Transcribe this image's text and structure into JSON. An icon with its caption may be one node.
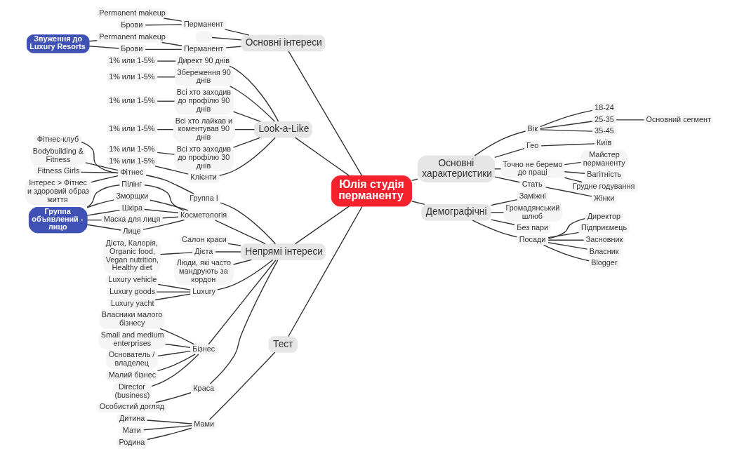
{
  "diagram": {
    "nodes": [
      {
        "text": [
          "Юлія студія перманенту"
        ]
      },
      {
        "text": [
          "Основні інтереси"
        ]
      },
      {
        "text": [
          "Перманент"
        ]
      },
      {
        "text": [
          "Permanent makeup"
        ]
      },
      {
        "text": [
          "Брови"
        ]
      },
      {
        "text": [],
        "shape": "box"
      },
      {
        "text": [
          "Перманент"
        ]
      },
      {
        "text": [
          "Permanent makeup"
        ]
      },
      {
        "text": [
          "Брови"
        ]
      },
      {
        "text": [
          "Звуження до Luxury Resorts"
        ]
      },
      {
        "text": [
          "Look-a-Like"
        ]
      },
      {
        "text": [
          "Директ 90 днів"
        ]
      },
      {
        "text": [
          "1% или 1-5%"
        ]
      },
      {
        "text": [
          "Збереження 90 днів"
        ]
      },
      {
        "text": [
          "1% или 1-5%"
        ]
      },
      {
        "text": [
          "Всі хто заходив до профілю 90 днів"
        ]
      },
      {
        "text": [
          "1% или 1-5%"
        ]
      },
      {
        "text": [
          "Всі хто лайкав и коментував 90 днів"
        ]
      },
      {
        "text": [
          "1% или 1-5%"
        ]
      },
      {
        "text": [
          "Всі хто заходив до профілю 30 днів"
        ]
      },
      {
        "text": [
          "1% или 1-5%"
        ]
      },
      {
        "text": [
          "Клієнти"
        ]
      },
      {
        "text": [
          "1% или 1-5%"
        ]
      },
      {
        "text": [
          "Непрямі інтереси"
        ]
      },
      {
        "text": [
          "Группа I"
        ]
      },
      {
        "text": [
          "Фітнес"
        ]
      },
      {
        "text": [
          "Фітнес-клуб"
        ]
      },
      {
        "text": [
          "Bodybuilding & Fitness"
        ]
      },
      {
        "text": [
          "Fitness Girls"
        ]
      },
      {
        "text": [
          "Інтерес > Фітнес и здоровий образ життя"
        ]
      },
      {
        "text": [
          "Косметологія"
        ]
      },
      {
        "text": [
          "Пілінг"
        ]
      },
      {
        "text": [
          "Зморщки"
        ]
      },
      {
        "text": [
          "Шкіра"
        ]
      },
      {
        "text": [
          "Маска для лиця"
        ]
      },
      {
        "text": [
          "Лице"
        ]
      },
      {
        "text": [
          "Группа объявлений - лицо"
        ]
      },
      {
        "text": [
          "Салон краси"
        ]
      },
      {
        "text": [
          "Дієта"
        ]
      },
      {
        "text": [
          "Дієта, Калорія, Organic food, Vegan nutrition, Healthy diet"
        ]
      },
      {
        "text": [
          "Люди, які часто мандрують за кордон"
        ]
      },
      {
        "text": [
          "Luxury"
        ]
      },
      {
        "text": [
          "Luxury vehicle"
        ]
      },
      {
        "text": [
          "Luxury goods"
        ]
      },
      {
        "text": [
          "Luxury yacht"
        ]
      },
      {
        "text": [
          "Бізнес"
        ]
      },
      {
        "text": [
          "Власники малого бізнесу"
        ]
      },
      {
        "text": [
          "Small and medium enterprises"
        ]
      },
      {
        "text": [
          "Основатель / владелец"
        ]
      },
      {
        "text": [
          "Малий бізнес"
        ]
      },
      {
        "text": [
          "Director (business)"
        ]
      },
      {
        "text": [
          "Краса"
        ]
      },
      {
        "text": [
          "Особистий догляд"
        ]
      },
      {
        "text": [
          "Тест"
        ]
      },
      {
        "text": [
          "Мами"
        ]
      },
      {
        "text": [
          "Дитина"
        ]
      },
      {
        "text": [
          "Мати"
        ]
      },
      {
        "text": [
          "Родина"
        ]
      },
      {
        "text": [
          "Основні характеристики"
        ]
      },
      {
        "text": [
          "Вік"
        ]
      },
      {
        "text": [
          "18-24"
        ]
      },
      {
        "text": [
          "25-35"
        ]
      },
      {
        "text": [
          "Основний сегмент"
        ]
      },
      {
        "text": [
          "35-45"
        ]
      },
      {
        "text": [
          "Гео"
        ]
      },
      {
        "text": [
          "Київ"
        ]
      },
      {
        "text": [
          "Точно не беремо до праці"
        ]
      },
      {
        "text": [
          "Майстер перманенту"
        ]
      },
      {
        "text": [
          "Вагітність"
        ]
      },
      {
        "text": [
          "Грудне годування"
        ]
      },
      {
        "text": [
          "Стать"
        ]
      },
      {
        "text": [
          "Жінки"
        ]
      },
      {
        "text": [
          "Демографічні"
        ]
      },
      {
        "text": [
          "Заміжні"
        ]
      },
      {
        "text": [
          "Громадянський шлюб"
        ]
      },
      {
        "text": [
          "Без пари"
        ]
      },
      {
        "text": [
          "Посади"
        ]
      },
      {
        "text": [
          "Директор"
        ]
      },
      {
        "text": [
          "Підприємець"
        ]
      },
      {
        "text": [
          "Засновник"
        ]
      },
      {
        "text": [
          "Власник"
        ]
      },
      {
        "text": [
          "Blogger"
        ]
      }
    ],
    "edges": [
      {
        "from": 0,
        "to": 1,
        "arrow": "none"
      },
      {
        "from": 1,
        "to": 2,
        "arrow": "none"
      },
      {
        "from": 2,
        "to": 3,
        "arrow": "none"
      },
      {
        "from": 2,
        "to": 4,
        "arrow": "none"
      },
      {
        "from": 1,
        "to": 5,
        "arrow": "none"
      },
      {
        "from": 1,
        "to": 6,
        "arrow": "none"
      },
      {
        "from": 6,
        "to": 7,
        "arrow": "none"
      },
      {
        "from": 6,
        "to": 8,
        "arrow": "none"
      },
      {
        "from": 7,
        "to": 9,
        "arrow": "none"
      },
      {
        "from": 8,
        "to": 9,
        "arrow": "none"
      },
      {
        "from": 0,
        "to": 10,
        "arrow": "none"
      },
      {
        "from": 10,
        "to": 11,
        "arrow": "none"
      },
      {
        "from": 11,
        "to": 12,
        "arrow": "none"
      },
      {
        "from": 10,
        "to": 13,
        "arrow": "none"
      },
      {
        "from": 13,
        "to": 14,
        "arrow": "none"
      },
      {
        "from": 10,
        "to": 15,
        "arrow": "none"
      },
      {
        "from": 15,
        "to": 16,
        "arrow": "none"
      },
      {
        "from": 10,
        "to": 17,
        "arrow": "none"
      },
      {
        "from": 17,
        "to": 18,
        "arrow": "none"
      },
      {
        "from": 10,
        "to": 19,
        "arrow": "none"
      },
      {
        "from": 19,
        "to": 20,
        "arrow": "none"
      },
      {
        "from": 10,
        "to": 21,
        "arrow": "none"
      },
      {
        "from": 21,
        "to": 22,
        "arrow": "none"
      },
      {
        "from": 0,
        "to": 23,
        "arrow": "none"
      },
      {
        "from": 23,
        "to": 24,
        "arrow": "none"
      },
      {
        "from": 24,
        "to": 25,
        "arrow": "none"
      },
      {
        "from": 25,
        "to": 26,
        "arrow": "none"
      },
      {
        "from": 25,
        "to": 27,
        "arrow": "none"
      },
      {
        "from": 25,
        "to": 28,
        "arrow": "none"
      },
      {
        "from": 25,
        "to": 29,
        "arrow": "none"
      },
      {
        "from": 23,
        "to": 30,
        "arrow": "none"
      },
      {
        "from": 30,
        "to": 31,
        "arrow": "none"
      },
      {
        "from": 30,
        "to": 32,
        "arrow": "none"
      },
      {
        "from": 30,
        "to": 33,
        "arrow": "none"
      },
      {
        "from": 30,
        "to": 34,
        "arrow": "none"
      },
      {
        "from": 30,
        "to": 35,
        "arrow": "none"
      },
      {
        "from": 31,
        "to": 36,
        "arrow": "none"
      },
      {
        "from": 32,
        "to": 36,
        "arrow": "none"
      },
      {
        "from": 33,
        "to": 36,
        "arrow": "none"
      },
      {
        "from": 34,
        "to": 36,
        "arrow": "none"
      },
      {
        "from": 35,
        "to": 36,
        "arrow": "none"
      },
      {
        "from": 23,
        "to": 37,
        "arrow": "none"
      },
      {
        "from": 23,
        "to": 38,
        "arrow": "none"
      },
      {
        "from": 38,
        "to": 39,
        "arrow": "none"
      },
      {
        "from": 23,
        "to": 40,
        "arrow": "none"
      },
      {
        "from": 23,
        "to": 41,
        "arrow": "none"
      },
      {
        "from": 41,
        "to": 42,
        "arrow": "none"
      },
      {
        "from": 41,
        "to": 43,
        "arrow": "none"
      },
      {
        "from": 41,
        "to": 44,
        "arrow": "none"
      },
      {
        "from": 23,
        "to": 45,
        "arrow": "none"
      },
      {
        "from": 45,
        "to": 46,
        "arrow": "none"
      },
      {
        "from": 45,
        "to": 47,
        "arrow": "none"
      },
      {
        "from": 45,
        "to": 48,
        "arrow": "none"
      },
      {
        "from": 45,
        "to": 49,
        "arrow": "none"
      },
      {
        "from": 45,
        "to": 50,
        "arrow": "none"
      },
      {
        "from": 23,
        "to": 51,
        "arrow": "none"
      },
      {
        "from": 51,
        "to": 52,
        "arrow": "none"
      },
      {
        "from": 0,
        "to": 53,
        "arrow": "none"
      },
      {
        "from": 53,
        "to": 54,
        "arrow": "none"
      },
      {
        "from": 54,
        "to": 55,
        "arrow": "none"
      },
      {
        "from": 54,
        "to": 56,
        "arrow": "none"
      },
      {
        "from": 54,
        "to": 57,
        "arrow": "none"
      },
      {
        "from": 0,
        "to": 58,
        "arrow": "none"
      },
      {
        "from": 58,
        "to": 59,
        "arrow": "none"
      },
      {
        "from": 59,
        "to": 60,
        "arrow": "none"
      },
      {
        "from": 59,
        "to": 61,
        "arrow": "none"
      },
      {
        "from": 61,
        "to": 62,
        "arrow": "none"
      },
      {
        "from": 59,
        "to": 63,
        "arrow": "none"
      },
      {
        "from": 58,
        "to": 64,
        "arrow": "none"
      },
      {
        "from": 64,
        "to": 65,
        "arrow": "none"
      },
      {
        "from": 58,
        "to": 66,
        "arrow": "none"
      },
      {
        "from": 66,
        "to": 67,
        "arrow": "none"
      },
      {
        "from": 66,
        "to": 68,
        "arrow": "none"
      },
      {
        "from": 66,
        "to": 69,
        "arrow": "none"
      },
      {
        "from": 58,
        "to": 70,
        "arrow": "none"
      },
      {
        "from": 70,
        "to": 71,
        "arrow": "none"
      },
      {
        "from": 0,
        "to": 72,
        "arrow": "none"
      },
      {
        "from": 72,
        "to": 73,
        "arrow": "none"
      },
      {
        "from": 72,
        "to": 74,
        "arrow": "none"
      },
      {
        "from": 72,
        "to": 75,
        "arrow": "none"
      },
      {
        "from": 72,
        "to": 76,
        "arrow": "none"
      },
      {
        "from": 76,
        "to": 77,
        "arrow": "none"
      },
      {
        "from": 76,
        "to": 78,
        "arrow": "none"
      },
      {
        "from": 76,
        "to": 79,
        "arrow": "none"
      },
      {
        "from": 76,
        "to": 80,
        "arrow": "none"
      },
      {
        "from": 76,
        "to": 81,
        "arrow": "none"
      }
    ]
  }
}
